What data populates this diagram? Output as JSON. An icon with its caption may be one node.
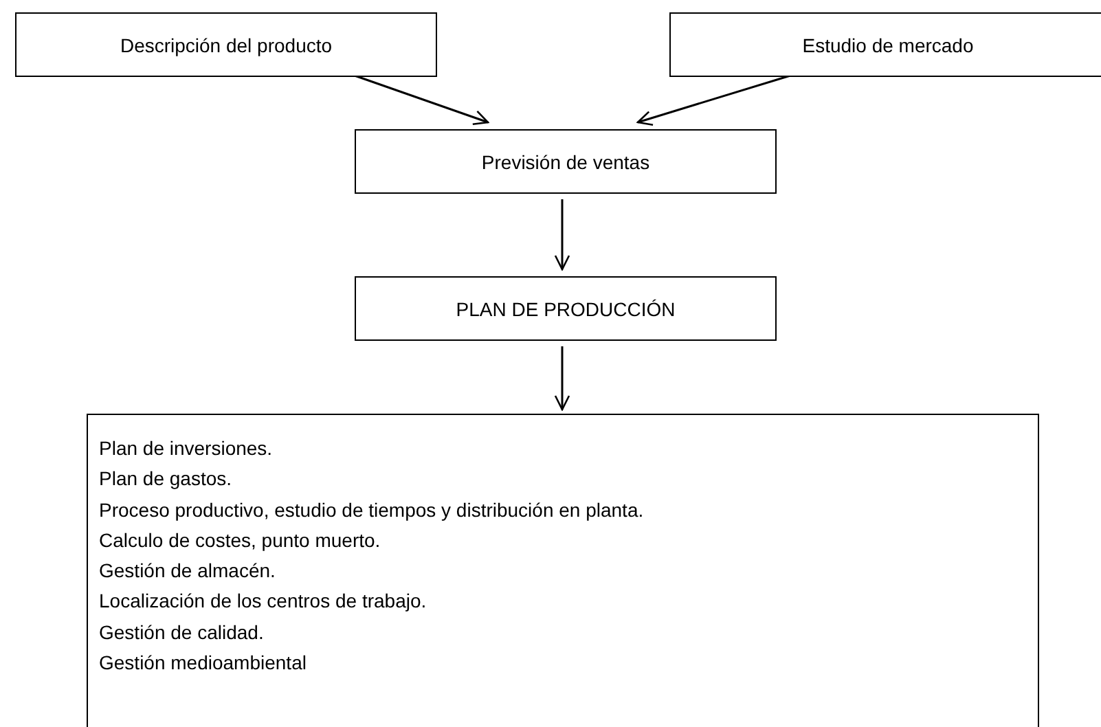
{
  "diagram": {
    "nodes": [
      {
        "text": [
          "Descripción del producto"
        ]
      },
      {
        "text": [
          "Estudio de mercado"
        ]
      },
      {
        "text": [
          "Previsión de ventas"
        ]
      },
      {
        "text": [
          "PLAN DE PRODUCCIÓN"
        ]
      },
      {
        "text": [
          "Plan de inversiones.",
          "Plan de gastos.",
          "Proceso productivo, estudio de tiempos y distribución en planta.",
          "Calculo de costes, punto muerto.",
          "Gestión de almacén.",
          "Localización de los centros de trabajo.",
          "Gestión de calidad.",
          "Gestión medioambiental"
        ]
      }
    ],
    "edges": [
      {
        "from": 0,
        "to": 2,
        "arrow": "to"
      },
      {
        "from": 1,
        "to": 2,
        "arrow": "to"
      },
      {
        "from": 2,
        "to": 3,
        "arrow": "to"
      },
      {
        "from": 3,
        "to": 4,
        "arrow": "to"
      }
    ]
  }
}
